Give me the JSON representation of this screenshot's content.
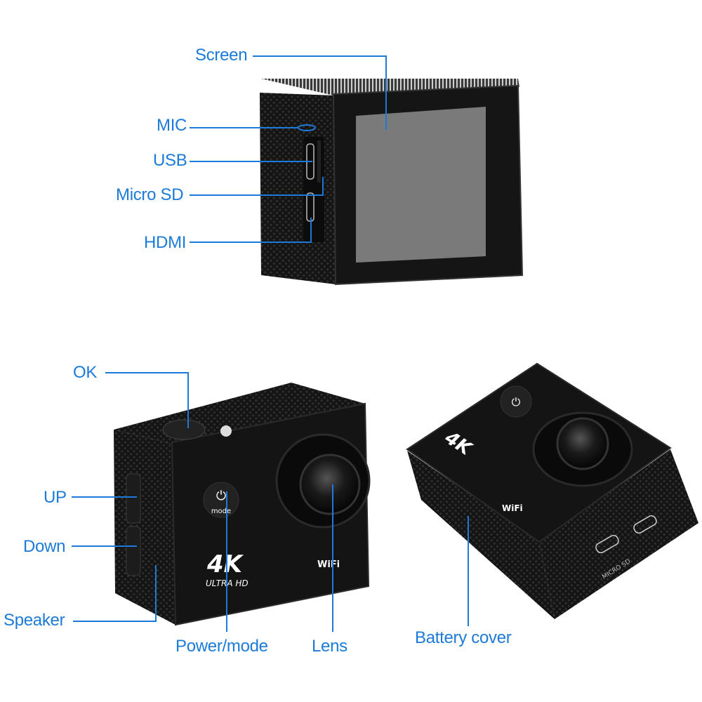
{
  "accent_color": "#1c7ad9",
  "labels": {
    "screen": "Screen",
    "mic": "MIC",
    "usb": "USB",
    "micro_sd": "Micro SD",
    "hdmi": "HDMI",
    "ok": "OK",
    "up": "UP",
    "down": "Down",
    "speaker": "Speaker",
    "power_mode": "Power/mode",
    "lens": "Lens",
    "battery_cover": "Battery cover"
  },
  "camera_markings": {
    "resolution": "4K",
    "ultra_hd": "ULTRA HD",
    "mode": "mode",
    "wifi": "WiFi",
    "micro_sd": "MICRO SD"
  }
}
